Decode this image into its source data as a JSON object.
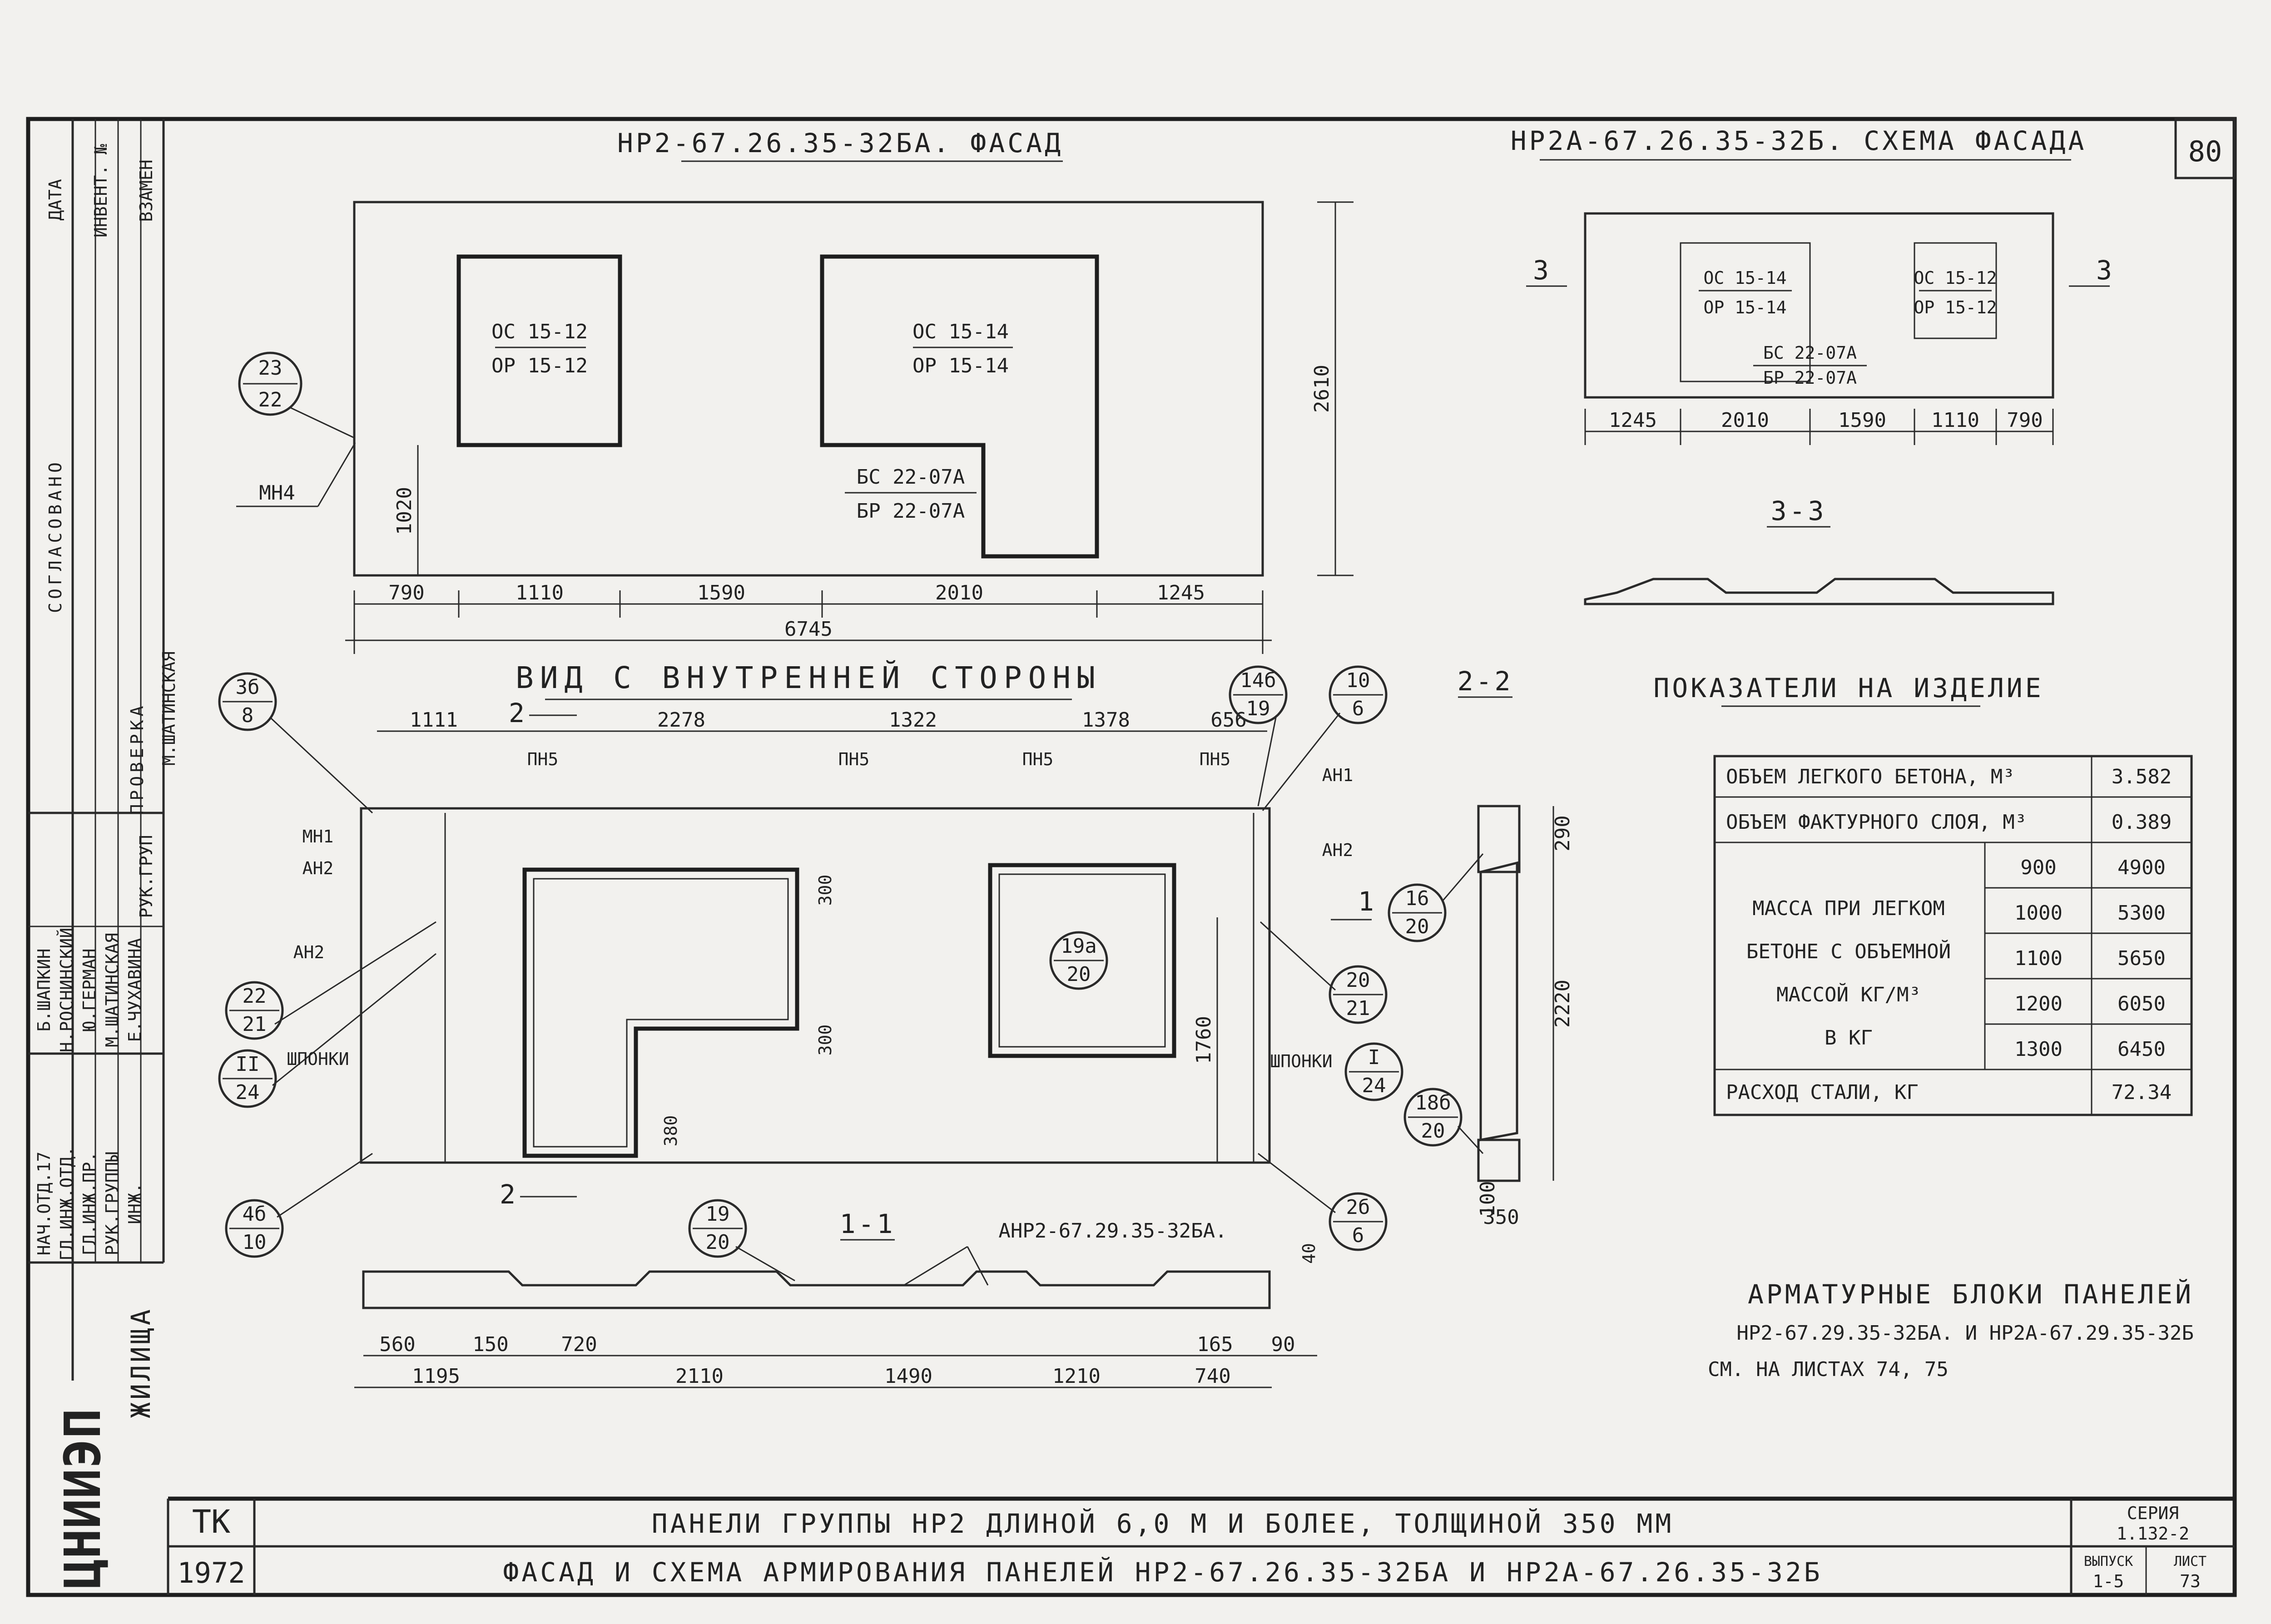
{
  "sheet": {
    "number": "80",
    "series_label": "СЕРИЯ",
    "series_value": "1.132-2",
    "issue_label": "ВЫПУСК",
    "issue_value": "1-5",
    "list_label": "ЛИСТ",
    "list_value": "73",
    "tk": "ТК",
    "year": "1972",
    "title_line1": "ПАНЕЛИ ГРУППЫ НР2 ДЛИНОЙ 6,0 М И БОЛЕЕ, ТОЛЩИНОЙ 350 ММ",
    "title_line2": "ФАСАД И СХЕМА АРМИРОВАНИЯ ПАНЕЛЕЙ НР2-67.26.35-32БА И НР2А-67.26.35-32Б",
    "org_logo_text": "ЦНИИЭП",
    "org_name": "ЖИЛИЩА"
  },
  "left_stamp": {
    "agreed": "СОГЛАСОВАНО",
    "date": "ДАТА",
    "inv_no": "ИНВЕНТ. №",
    "replace": "ВЗАМЕН",
    "checked": "ПРОВЕРКА",
    "roles": [
      "НАЧ.ОТД.17",
      "ГЛ.ИНЖ.ОТД.",
      "ГЛ.ИНЖ.ПР.",
      "РУК.ГРУППЫ",
      "ИНЖ."
    ],
    "names": [
      "Б.ШАПКИН",
      "Н.РОСНИНСКИЙ",
      "Ю.ГЕРМАН",
      "М.ШАТИНСКАЯ",
      "Е.ЧУХАВИНА"
    ],
    "check_role": "РУК.ГРУП",
    "check_name": "М.ШАТИНСКАЯ"
  },
  "facade": {
    "title": "НР2-67.26.35-32БА. ФАСАД",
    "window1": [
      "ОС 15-12",
      "ОР 15-12"
    ],
    "window2": [
      "ОС 15-14",
      "ОР 15-14"
    ],
    "door": [
      "БС 22-07А",
      "БР 22-07А"
    ],
    "callout_num": "23",
    "callout_den": "22",
    "mark": "МН4",
    "dims": [
      "790",
      "1110",
      "1590",
      "2010",
      "1245"
    ],
    "total": "6745",
    "height": "2610",
    "sill": "1020"
  },
  "scheme": {
    "title": "НР2А-67.26.35-32Б. СХЕМА ФАСАДА",
    "window_big": [
      "ОС 15-14",
      "ОР 15-14"
    ],
    "window_small": [
      "ОС 15-12",
      "ОР 15-12"
    ],
    "door": [
      "БС 22-07А",
      "БР 22-07А"
    ],
    "cut_left": "3",
    "cut_right": "3",
    "dims": [
      "1245",
      "2010",
      "1590",
      "1110",
      "790"
    ],
    "section_title": "3-3"
  },
  "inner": {
    "title": "ВИД С ВНУТРЕННЕЙ СТОРОНЫ",
    "dims": [
      "1111",
      "2278",
      "1322",
      "1378",
      "656"
    ],
    "marks_pn": [
      "ПН5",
      "ПН5",
      "ПН5",
      "ПН5"
    ],
    "cut_top": "2",
    "cut_bottom": "2",
    "cut_side": "1",
    "callouts": [
      {
        "num": "3б",
        "den": "8"
      },
      {
        "num": "14б",
        "den": "19"
      },
      {
        "num": "10",
        "den": "6"
      },
      {
        "num": "19а",
        "den": "20"
      },
      {
        "num": "20",
        "den": "21"
      },
      {
        "num": "22",
        "den": "21"
      },
      {
        "num": "II",
        "den": "24"
      },
      {
        "num": "I",
        "den": "24"
      },
      {
        "num": "4б",
        "den": "10"
      },
      {
        "num": "2б",
        "den": "6"
      }
    ],
    "labels": [
      "МН1",
      "АН2",
      "АН2",
      "ШПОНКИ",
      "АН1",
      "АН2",
      "ШПОНКИ"
    ],
    "vert_dims": [
      "300",
      "300",
      "380",
      "1760"
    ]
  },
  "section22": {
    "title": "2-2",
    "callouts": [
      {
        "num": "16",
        "den": "20"
      },
      {
        "num": "18б",
        "den": "20"
      }
    ],
    "dims": [
      "290",
      "2220",
      "100",
      "350"
    ]
  },
  "section11": {
    "title": "1-1",
    "callout": {
      "num": "19",
      "den": "20"
    },
    "block_ref": "АНР2-67.29.35-32БА.",
    "dims_top": [
      "560",
      "150",
      "720",
      "165",
      "90"
    ],
    "dims_bottom": [
      "1195",
      "2110",
      "1490",
      "1210",
      "740"
    ],
    "side_dim": "40"
  },
  "indicators": {
    "title": "ПОКАЗАТЕЛИ НА ИЗДЕЛИЕ",
    "light_concrete_label": "ОБЪЕМ ЛЕГКОГО БЕТОНА, М³",
    "light_concrete_value": "3.582",
    "facing_label": "ОБЪЕМ ФАКТУРНОГО СЛОЯ, М³",
    "facing_value": "0.389",
    "mass_label": [
      "МАССА ПРИ ЛЕГКОМ",
      "БЕТОНЕ С ОБЪЕМНОЙ",
      "МАССОЙ КГ/М³",
      "В КГ"
    ],
    "density": [
      "900",
      "1000",
      "1100",
      "1200",
      "1300"
    ],
    "mass": [
      "4900",
      "5300",
      "5650",
      "6050",
      "6450"
    ],
    "steel_label": "РАСХОД СТАЛИ, КГ",
    "steel_value": "72.34"
  },
  "note": {
    "line1": "АРМАТУРНЫЕ БЛОКИ ПАНЕЛЕЙ",
    "line2": "НР2-67.29.35-32БА. И НР2А-67.29.35-32Б",
    "line3": "СМ. НА ЛИСТАХ 74, 75"
  }
}
